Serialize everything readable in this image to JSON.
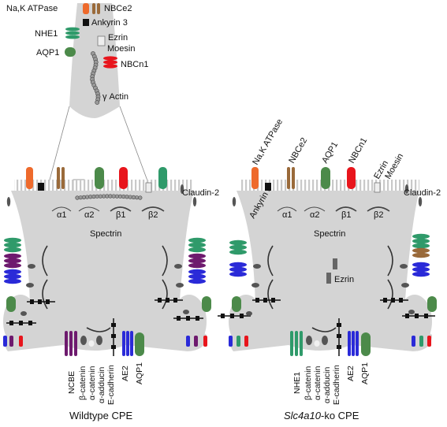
{
  "inset": {
    "labels": {
      "na_k_atpase": "Na,K ATPase",
      "nbce2": "NBCe2",
      "ankyrin3": "Ankyrin 3",
      "nhe1": "NHE1",
      "ezrin": "Ezrin",
      "moesin": "Moesin",
      "aqp1": "AQP1",
      "nbcn1": "NBCn1",
      "gamma_actin": "γ Actin"
    }
  },
  "wildtype": {
    "caption": "Wildtype CPE",
    "claudin": "Claudin-2",
    "spectrin": "Spectrin",
    "subunits": [
      "α1",
      "α2",
      "β1",
      "β2"
    ],
    "bottom_labels": [
      "NCBE",
      "β-catenin",
      "α-catenin",
      "α-adducin",
      "E-cadherin",
      "AE2",
      "AQP1"
    ]
  },
  "knockout": {
    "caption_italic": "Slc4a10",
    "caption_rest": "-ko CPE",
    "top_labels": {
      "na_k_atpase": "Na,K ATPase",
      "nbce2": "NBCe2",
      "aqp1": "AQP1",
      "nbcn1": "NBCn1",
      "ezrin": "Ezrin",
      "moesin": "Moesin",
      "ankyrin3": "Ankyrin 3"
    },
    "claudin": "Claudin-2",
    "spectrin": "Spectrin",
    "ezrin_cyto": "Ezrin",
    "subunits": [
      "α1",
      "α2",
      "β1",
      "β2"
    ],
    "bottom_labels": [
      "NHE1",
      "β-catenin",
      "α-catenin",
      "α-adducin",
      "E-cadherin",
      "AE2",
      "AQP1"
    ]
  },
  "colors": {
    "cell": "#d4d4d4",
    "na_k_atpase": "#ee6a2c",
    "nbce2": "#9a6a3a",
    "aqp1": "#4c8a4a",
    "nbcn1": "#e8151c",
    "nhe1": "#2f9a6a",
    "ncbe": "#6e1a6e",
    "ae2": "#2a2ad8",
    "dark": "#555555"
  }
}
